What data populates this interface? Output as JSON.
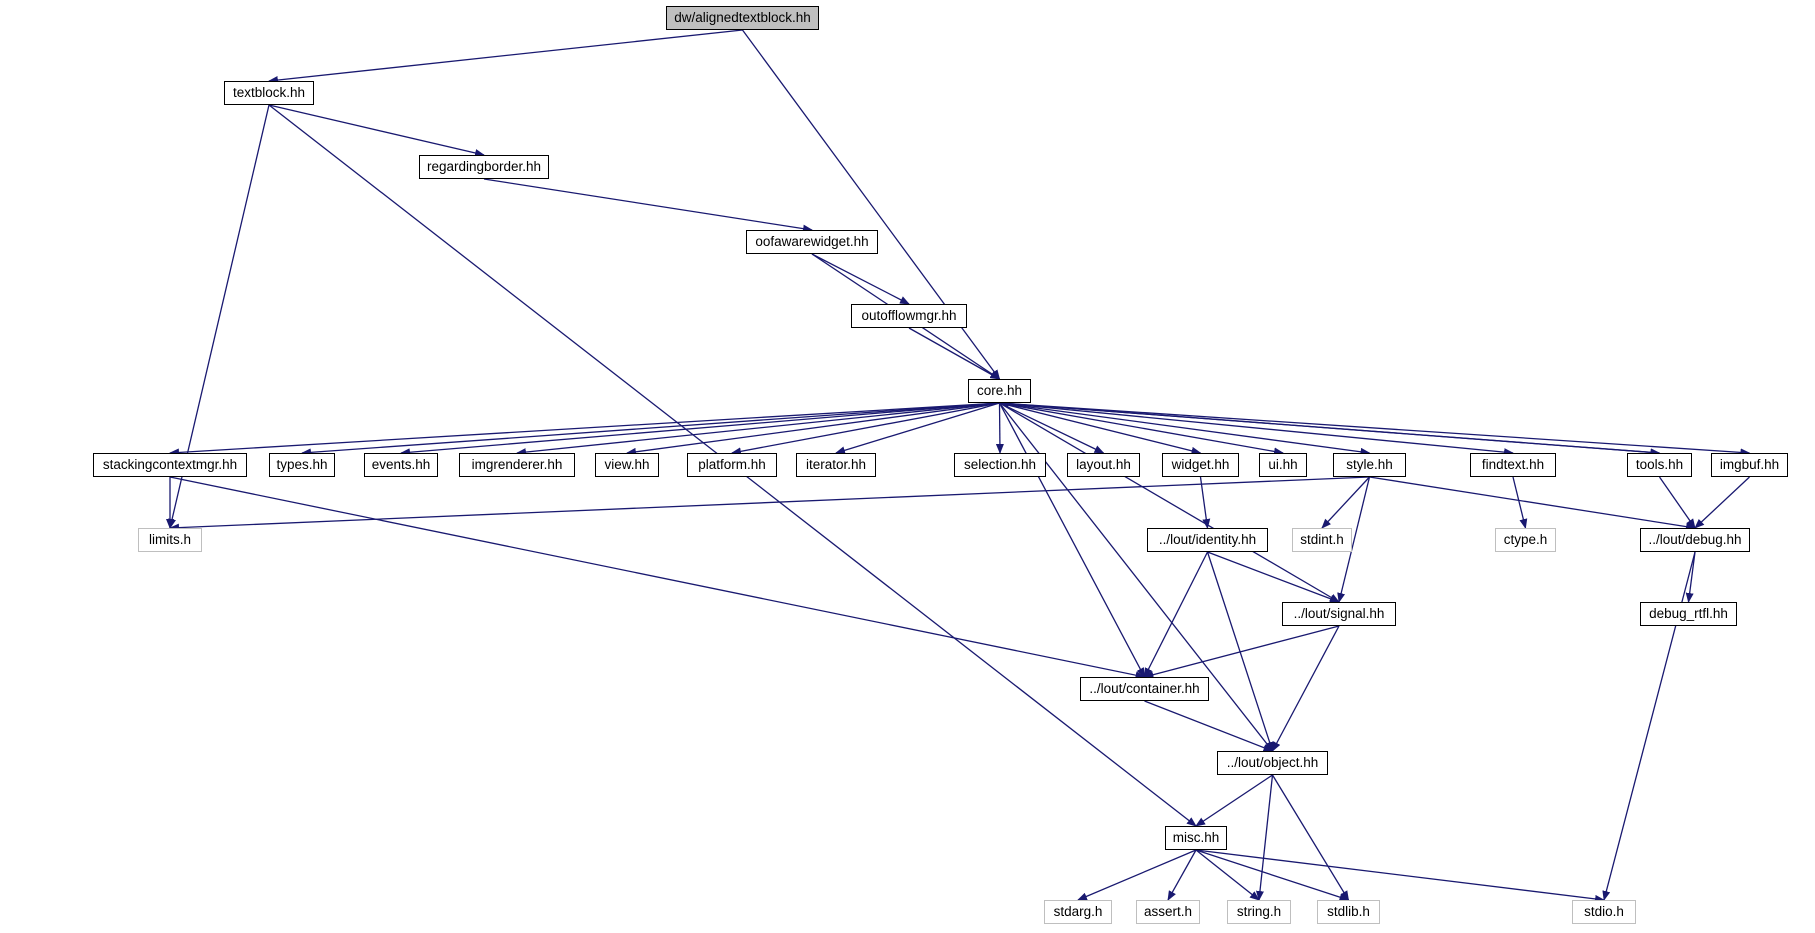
{
  "graph": {
    "root_color": "#bfbfbf",
    "edge_color": "#191970",
    "external_border_color": "#bfbfbf",
    "nodes": [
      {
        "id": "n0",
        "label": "dw/alignedtextblock.hh",
        "kind": "root"
      },
      {
        "id": "n1",
        "label": "textblock.hh",
        "kind": "header"
      },
      {
        "id": "n2",
        "label": "regardingborder.hh",
        "kind": "header"
      },
      {
        "id": "n3",
        "label": "oofawarewidget.hh",
        "kind": "header"
      },
      {
        "id": "n4",
        "label": "outofflowmgr.hh",
        "kind": "header"
      },
      {
        "id": "n5",
        "label": "core.hh",
        "kind": "header"
      },
      {
        "id": "n6",
        "label": "stackingcontextmgr.hh",
        "kind": "header"
      },
      {
        "id": "n7",
        "label": "types.hh",
        "kind": "header"
      },
      {
        "id": "n8",
        "label": "events.hh",
        "kind": "header"
      },
      {
        "id": "n9",
        "label": "imgrenderer.hh",
        "kind": "header"
      },
      {
        "id": "n10",
        "label": "view.hh",
        "kind": "header"
      },
      {
        "id": "n11",
        "label": "platform.hh",
        "kind": "header"
      },
      {
        "id": "n12",
        "label": "iterator.hh",
        "kind": "header"
      },
      {
        "id": "n13",
        "label": "selection.hh",
        "kind": "header"
      },
      {
        "id": "n14",
        "label": "layout.hh",
        "kind": "header"
      },
      {
        "id": "n15",
        "label": "widget.hh",
        "kind": "header"
      },
      {
        "id": "n16",
        "label": "ui.hh",
        "kind": "header"
      },
      {
        "id": "n17",
        "label": "style.hh",
        "kind": "header"
      },
      {
        "id": "n18",
        "label": "findtext.hh",
        "kind": "header"
      },
      {
        "id": "n19",
        "label": "tools.hh",
        "kind": "header"
      },
      {
        "id": "n20",
        "label": "imgbuf.hh",
        "kind": "header"
      },
      {
        "id": "n21",
        "label": "limits.h",
        "kind": "external"
      },
      {
        "id": "n22",
        "label": "../lout/identity.hh",
        "kind": "header"
      },
      {
        "id": "n23",
        "label": "stdint.h",
        "kind": "external"
      },
      {
        "id": "n24",
        "label": "ctype.h",
        "kind": "external"
      },
      {
        "id": "n25",
        "label": "../lout/debug.hh",
        "kind": "header"
      },
      {
        "id": "n26",
        "label": "../lout/signal.hh",
        "kind": "header"
      },
      {
        "id": "n27",
        "label": "debug_rtfl.hh",
        "kind": "header"
      },
      {
        "id": "n28",
        "label": "../lout/container.hh",
        "kind": "header"
      },
      {
        "id": "n29",
        "label": "../lout/object.hh",
        "kind": "header"
      },
      {
        "id": "n30",
        "label": "misc.hh",
        "kind": "header"
      },
      {
        "id": "n31",
        "label": "stdarg.h",
        "kind": "external"
      },
      {
        "id": "n32",
        "label": "assert.h",
        "kind": "external"
      },
      {
        "id": "n33",
        "label": "string.h",
        "kind": "external"
      },
      {
        "id": "n34",
        "label": "stdlib.h",
        "kind": "external"
      },
      {
        "id": "n35",
        "label": "stdio.h",
        "kind": "external"
      }
    ],
    "edges": [
      [
        "n0",
        "n1"
      ],
      [
        "n0",
        "n5"
      ],
      [
        "n1",
        "n2"
      ],
      [
        "n1",
        "n21"
      ],
      [
        "n1",
        "n30"
      ],
      [
        "n2",
        "n3"
      ],
      [
        "n3",
        "n4"
      ],
      [
        "n3",
        "n5"
      ],
      [
        "n4",
        "n5"
      ],
      [
        "n5",
        "n6"
      ],
      [
        "n5",
        "n7"
      ],
      [
        "n5",
        "n8"
      ],
      [
        "n5",
        "n9"
      ],
      [
        "n5",
        "n10"
      ],
      [
        "n5",
        "n11"
      ],
      [
        "n5",
        "n12"
      ],
      [
        "n5",
        "n13"
      ],
      [
        "n5",
        "n14"
      ],
      [
        "n5",
        "n15"
      ],
      [
        "n5",
        "n16"
      ],
      [
        "n5",
        "n17"
      ],
      [
        "n5",
        "n18"
      ],
      [
        "n5",
        "n19"
      ],
      [
        "n5",
        "n20"
      ],
      [
        "n5",
        "n26"
      ],
      [
        "n5",
        "n28"
      ],
      [
        "n5",
        "n29"
      ],
      [
        "n6",
        "n21"
      ],
      [
        "n6",
        "n28"
      ],
      [
        "n15",
        "n22"
      ],
      [
        "n17",
        "n21"
      ],
      [
        "n17",
        "n23"
      ],
      [
        "n17",
        "n25"
      ],
      [
        "n17",
        "n26"
      ],
      [
        "n18",
        "n24"
      ],
      [
        "n19",
        "n5"
      ],
      [
        "n19",
        "n25"
      ],
      [
        "n20",
        "n25"
      ],
      [
        "n22",
        "n26"
      ],
      [
        "n22",
        "n28"
      ],
      [
        "n22",
        "n29"
      ],
      [
        "n25",
        "n27"
      ],
      [
        "n25",
        "n35"
      ],
      [
        "n26",
        "n28"
      ],
      [
        "n26",
        "n29"
      ],
      [
        "n28",
        "n29"
      ],
      [
        "n29",
        "n30"
      ],
      [
        "n29",
        "n33"
      ],
      [
        "n29",
        "n34"
      ],
      [
        "n30",
        "n31"
      ],
      [
        "n30",
        "n32"
      ],
      [
        "n30",
        "n33"
      ],
      [
        "n30",
        "n34"
      ],
      [
        "n30",
        "n35"
      ]
    ]
  }
}
